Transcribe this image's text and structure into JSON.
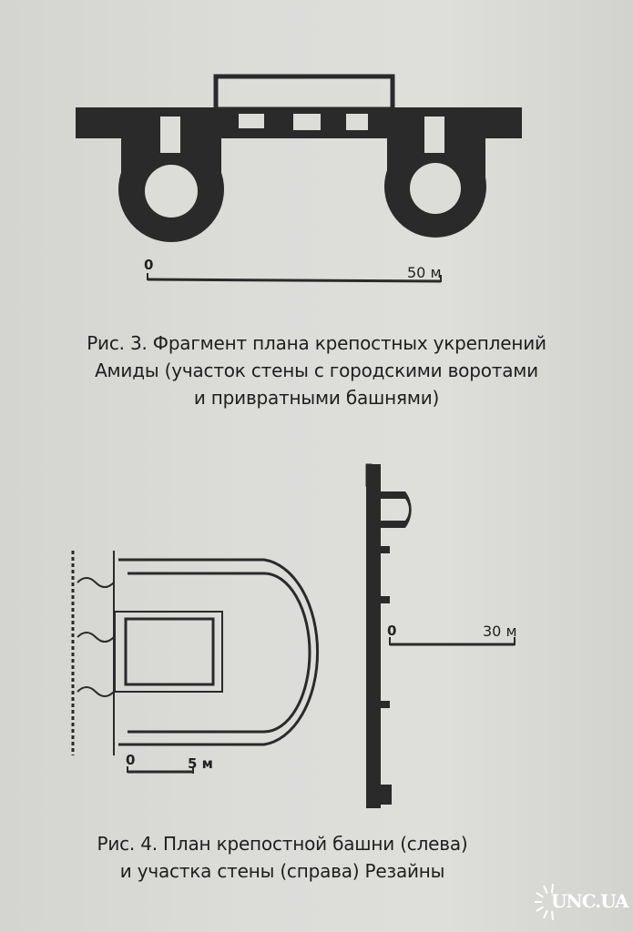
{
  "figure3": {
    "scale": {
      "start": "0",
      "end": "50 м"
    },
    "caption_lines": [
      "Рис. 3. Фрагмент плана крепостных укреплений",
      "Амиды (участок стены с городскими воротами",
      "и привратными башнями)"
    ]
  },
  "figure4": {
    "left_scale": {
      "start": "0",
      "end": "5 м"
    },
    "right_scale": {
      "start": "0",
      "end": "30 м"
    },
    "caption_lines": [
      "Рис. 4. План крепостной башни (слева)",
      "и участка стены (справа) Резайны"
    ]
  },
  "watermark": {
    "text": "UNC.UA"
  }
}
